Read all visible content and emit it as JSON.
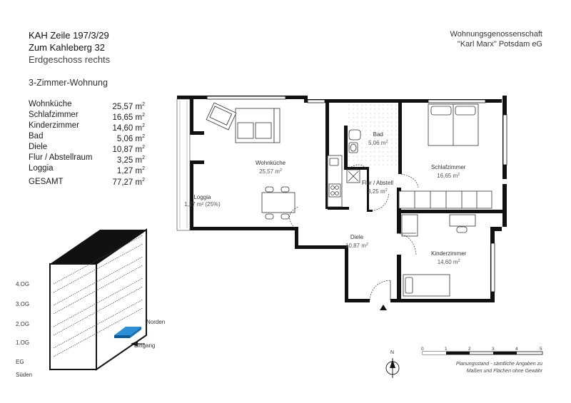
{
  "header": {
    "line1": "KAH Zeile 197/3/29",
    "line2": "Zum Kahleberg 32",
    "line3": "Erdgeschoss rechts"
  },
  "organization": {
    "line1": "Wohnungsgenossenschaft",
    "line2": "\"Karl Marx\" Potsdam eG"
  },
  "apartment_type": "3-Zimmer-Wohnung",
  "areas": [
    {
      "name": "Wohnküche",
      "value": "25,57 m"
    },
    {
      "name": "Schlafzimmer",
      "value": "16,65 m"
    },
    {
      "name": "Kinderzimmer",
      "value": "14,60 m"
    },
    {
      "name": "Bad",
      "value": "5,06 m"
    },
    {
      "name": "Diele",
      "value": "10,87 m"
    },
    {
      "name": "Flur / Abstellraum",
      "value": "3,25 m"
    },
    {
      "name": "Loggia",
      "value": "1,27 m"
    }
  ],
  "total": {
    "label": "GESAMT",
    "value": "77,27 m"
  },
  "squared": "2",
  "rooms": {
    "wohnkueche": {
      "name": "Wohnküche",
      "area": "25,57 m"
    },
    "bad": {
      "name": "Bad",
      "area": "5,06 m"
    },
    "flur": {
      "name": "Flur / Abstell",
      "area": "3,25 m"
    },
    "schlafzimmer": {
      "name": "Schlafzimmer",
      "area": "16,65 m"
    },
    "loggia": {
      "name": "Loggia",
      "area": "1,27 m² (25%)"
    },
    "diele": {
      "name": "Diele",
      "area": "10,87 m"
    },
    "kinderzimmer": {
      "name": "Kinderzimmer",
      "area": "14,60 m"
    }
  },
  "building_diagram": {
    "floors": [
      "4.OG",
      "3.OG",
      "2.OG",
      "1.OG",
      "EG"
    ],
    "south": "Süden",
    "north": "Norden",
    "entrance": "Eingang",
    "highlight_color": "#2a8fd6"
  },
  "compass": {
    "letter": "N"
  },
  "scale": {
    "ticks": [
      "0",
      "1",
      "2",
      "3",
      "4",
      "5"
    ]
  },
  "disclaimer": {
    "line1": "Planungsstand - sämtliche Angaben zu",
    "line2": "Maßen und Flächen ohne Gewähr"
  }
}
